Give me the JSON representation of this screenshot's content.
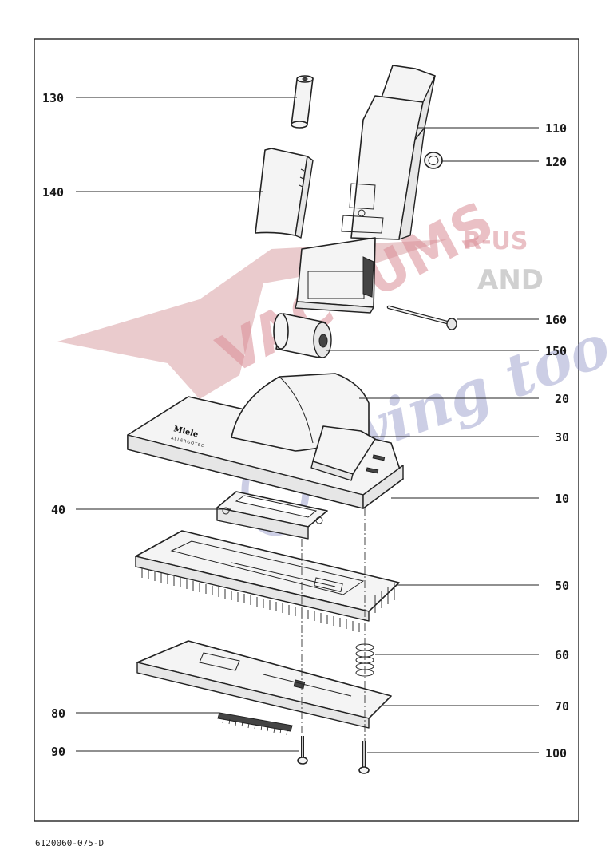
{
  "diagram": {
    "part_numbers": [
      "130",
      "110",
      "120",
      "140",
      "160",
      "150",
      "20",
      "30",
      "40",
      "10",
      "50",
      "60",
      "70",
      "80",
      "90",
      "100"
    ],
    "document_code": "6120060-075-D",
    "nameplate_brand": "Miele",
    "nameplate_model": "ALLERGOTEC"
  },
  "watermark": {
    "word_main": "VACUUMS",
    "word_rus": "R-US",
    "word_and": "AND",
    "word_sewing": "Sewing too"
  }
}
